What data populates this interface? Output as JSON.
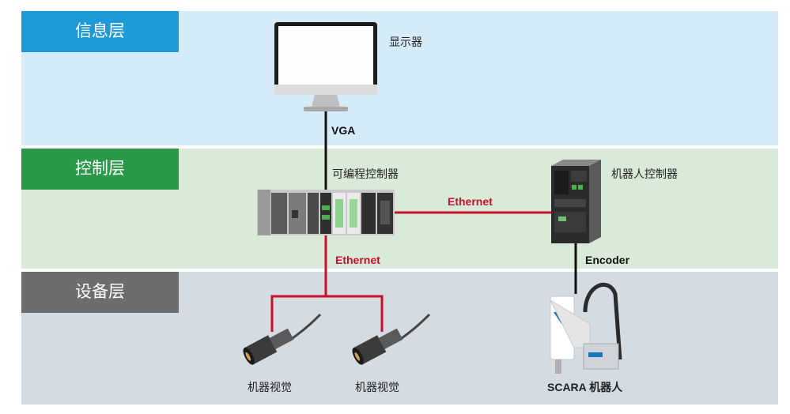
{
  "layers": {
    "info": "信息层",
    "control": "控制层",
    "device": "设备层"
  },
  "devices": {
    "display": "显示器",
    "plc": "可编程控制器",
    "robot_controller": "机器人控制器",
    "camera_1": "机器视觉",
    "camera_2": "机器视觉",
    "scara": "SCARA 机器人"
  },
  "links": {
    "vga": "VGA",
    "ethernet_ctrl": "Ethernet",
    "ethernet_dev": "Ethernet",
    "encoder": "Encoder"
  },
  "colors": {
    "info_layer": "#1e9ad6",
    "control_layer": "#2a9a48",
    "device_layer": "#6d6d6d",
    "ethernet_line": "#c8102e",
    "cable": "#111111"
  }
}
